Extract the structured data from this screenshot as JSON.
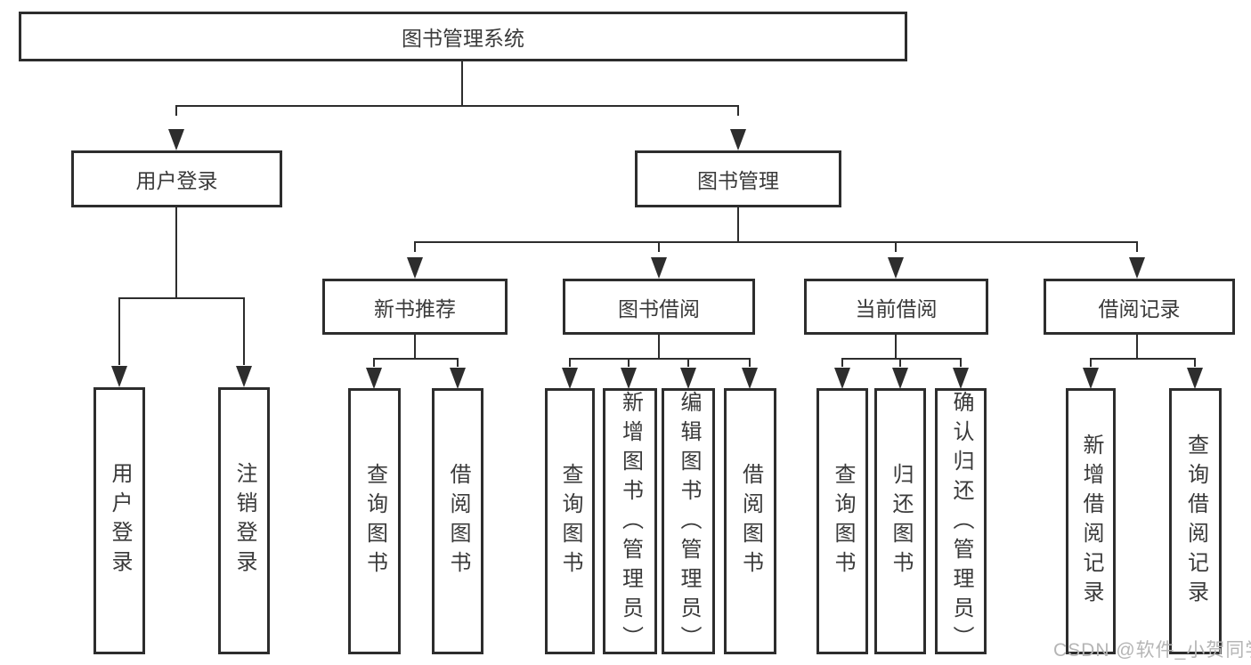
{
  "diagram": {
    "type": "hierarchy-tree",
    "colors": {
      "line": "#2d2d2d",
      "text": "#3a3a3a",
      "background": "#ffffff",
      "watermark": "#b5b5b5"
    },
    "watermark": {
      "text": "CSDN @软件_小贺同学"
    },
    "nodes": {
      "root": {
        "label": "图书管理系统"
      },
      "level2": [
        {
          "label": "用户登录",
          "parent": "图书管理系统"
        },
        {
          "label": "图书管理",
          "parent": "图书管理系统"
        }
      ],
      "level3": [
        {
          "label": "新书推荐",
          "parent": "图书管理"
        },
        {
          "label": "图书借阅",
          "parent": "图书管理"
        },
        {
          "label": "当前借阅",
          "parent": "图书管理"
        },
        {
          "label": "借阅记录",
          "parent": "图书管理"
        }
      ],
      "leaves": [
        {
          "label": "用户登录",
          "parent": "用户登录"
        },
        {
          "label": "注销登录",
          "parent": "用户登录"
        },
        {
          "label": "查询图书",
          "parent": "新书推荐"
        },
        {
          "label": "借阅图书",
          "parent": "新书推荐"
        },
        {
          "label": "查询图书",
          "parent": "图书借阅"
        },
        {
          "label": "新增图书（管理员）",
          "parent": "图书借阅"
        },
        {
          "label": "编辑图书（管理员）",
          "parent": "图书借阅"
        },
        {
          "label": "借阅图书",
          "parent": "图书借阅"
        },
        {
          "label": "查询图书",
          "parent": "当前借阅"
        },
        {
          "label": "归还图书",
          "parent": "当前借阅"
        },
        {
          "label": "确认归还（管理员）",
          "parent": "当前借阅"
        },
        {
          "label": "新增借阅记录",
          "parent": "借阅记录"
        },
        {
          "label": "查询借阅记录",
          "parent": "借阅记录"
        }
      ]
    }
  }
}
